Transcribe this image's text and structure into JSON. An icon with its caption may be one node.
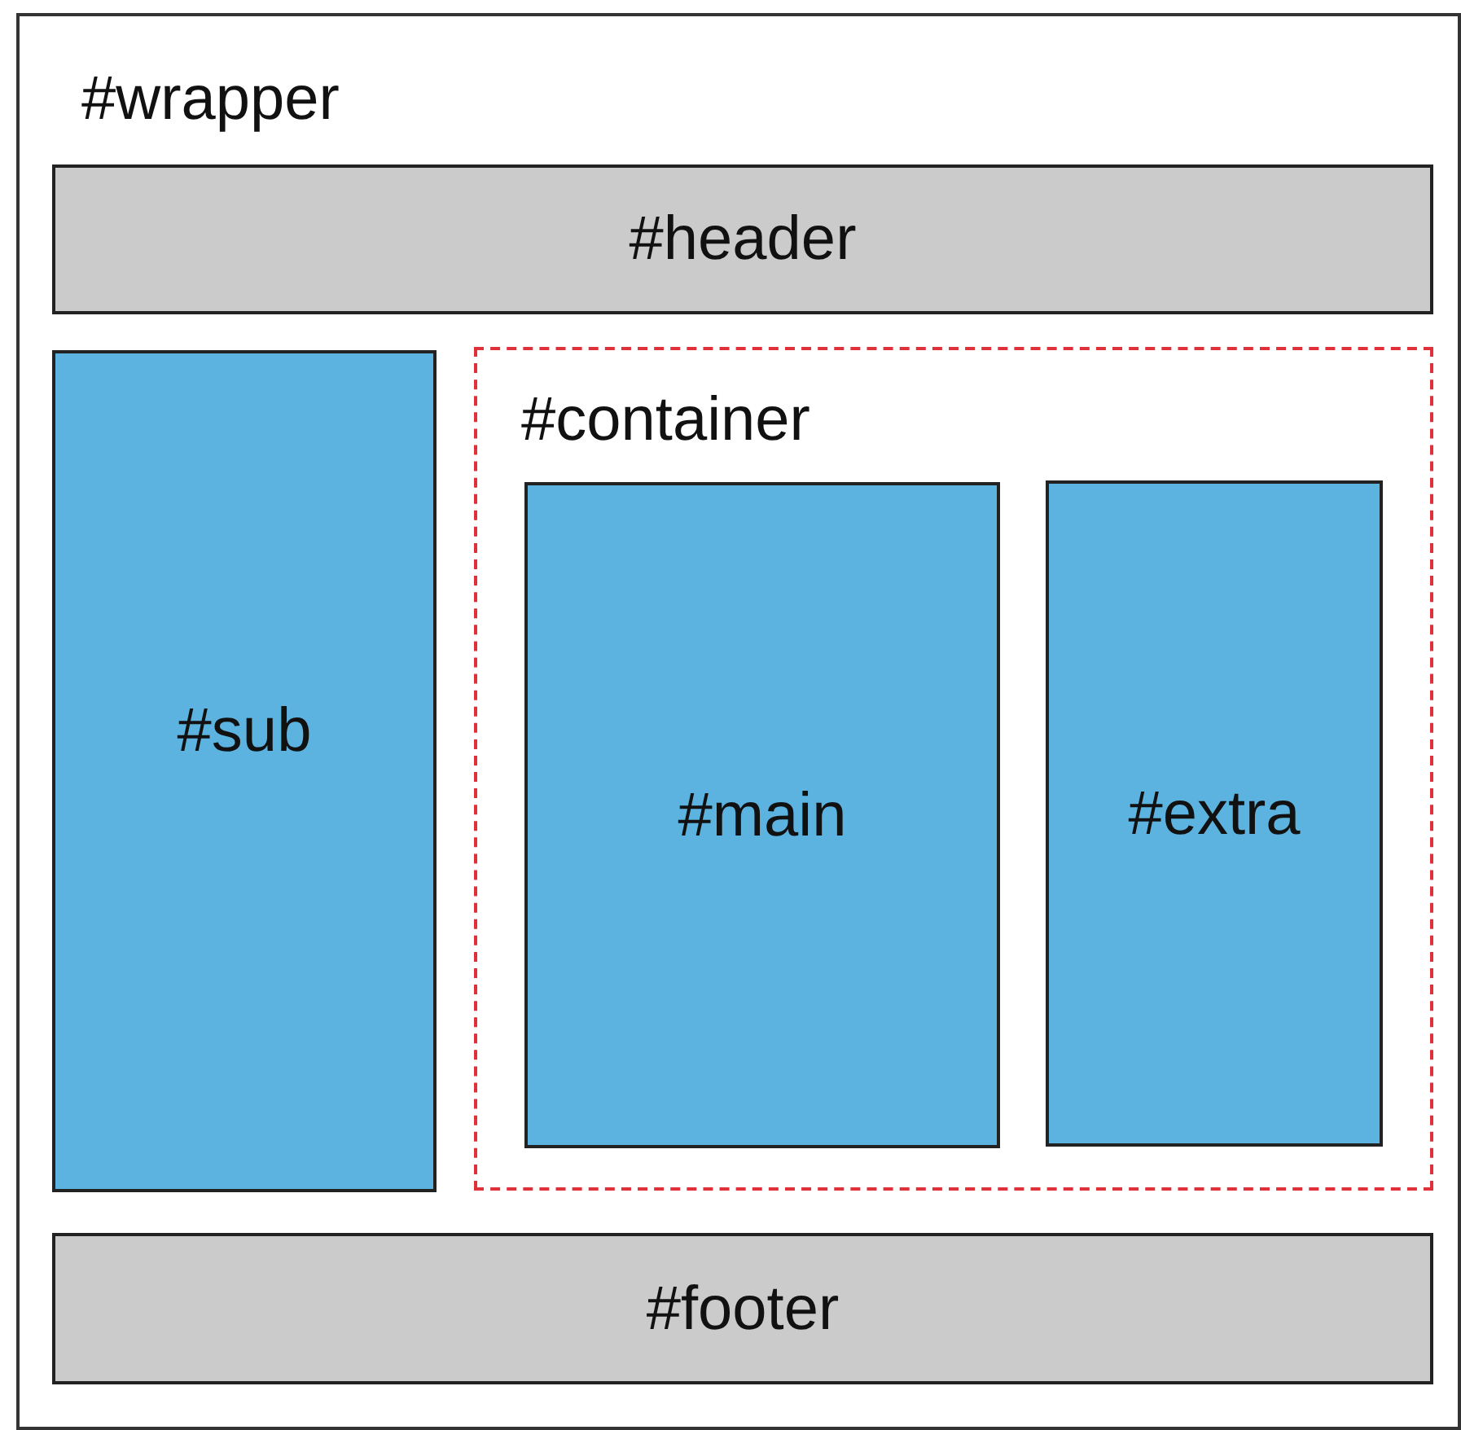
{
  "diagram": {
    "nodes": [
      {
        "text": [
          "#wrapper"
        ]
      },
      {
        "text": [
          "#header"
        ],
        "in": 0
      },
      {
        "text": [
          "#sub"
        ],
        "in": 0
      },
      {
        "text": [
          "#container"
        ],
        "in": 0
      },
      {
        "text": [
          "#main"
        ],
        "in": 3
      },
      {
        "text": [
          "#extra"
        ],
        "in": 3
      },
      {
        "text": [
          "#footer"
        ],
        "in": 0
      }
    ]
  }
}
